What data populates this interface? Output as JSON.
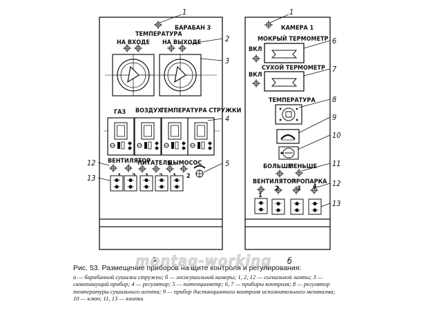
{
  "panel_a": {
    "title": "БАРАБАН 3",
    "temperature": "ТЕМПЕРАТУРА",
    "inlet": "НА ВХОДЕ",
    "outlet": "НА ВЫХОДЕ",
    "row_labels": [
      "ГАЗ",
      "ВОЗДУХ",
      "ТЕМПЕРАТУРА СТРУЖКИ"
    ],
    "fan": "ВЕНТИЛЯТОР",
    "feeder": "ПИТАТЕЛЬ",
    "exhaust": "ДЫМОСОС",
    "button_numbers": [
      "1",
      "2",
      "1",
      "2",
      "1",
      "2"
    ],
    "sublabel": "а"
  },
  "panel_b": {
    "title": "КАМЕРА 1",
    "wet": "МОКРЫЙ ТЕРМОМЕТР",
    "dry": "СУХОЙ ТЕРМОМЕТР",
    "on_1": "ВКЛ",
    "on_2": "ВКЛ",
    "temperature": "ТЕМПЕРАТУРА",
    "more": "БОЛЬШЕ",
    "less": "МЕНЬШЕ",
    "fan": "ВЕНТИЛЯТОР",
    "steam": "ПРОПАРКА",
    "button_numbers": [
      "1",
      "2",
      "3",
      "4"
    ],
    "sublabel": "б"
  },
  "callouts": {
    "a": [
      "1",
      "2",
      "3",
      "4",
      "5",
      "12",
      "13"
    ],
    "b": [
      "1",
      "6",
      "7",
      "8",
      "9",
      "10",
      "11",
      "12",
      "13"
    ]
  },
  "watermark": "montag-working",
  "caption": {
    "title": "Рис. 53. Размещение приборов на щите контроля и регулирования:",
    "lines": [
      "а — барабанной сушилки стружки; б — лесосушильной камеры; 1, 2, 12 — сигнальной лампы; 3 —",
      "самопишущий прибор; 4 — регулятор; 5 — потенциометр; 6, 7 — приборы контроля; 8 — регулятор",
      "температуры сушильного агента; 9 — прибор дистанционного контроля исполнительного механизма;",
      "10 — ключ; 11, 13 — кнопки"
    ]
  }
}
